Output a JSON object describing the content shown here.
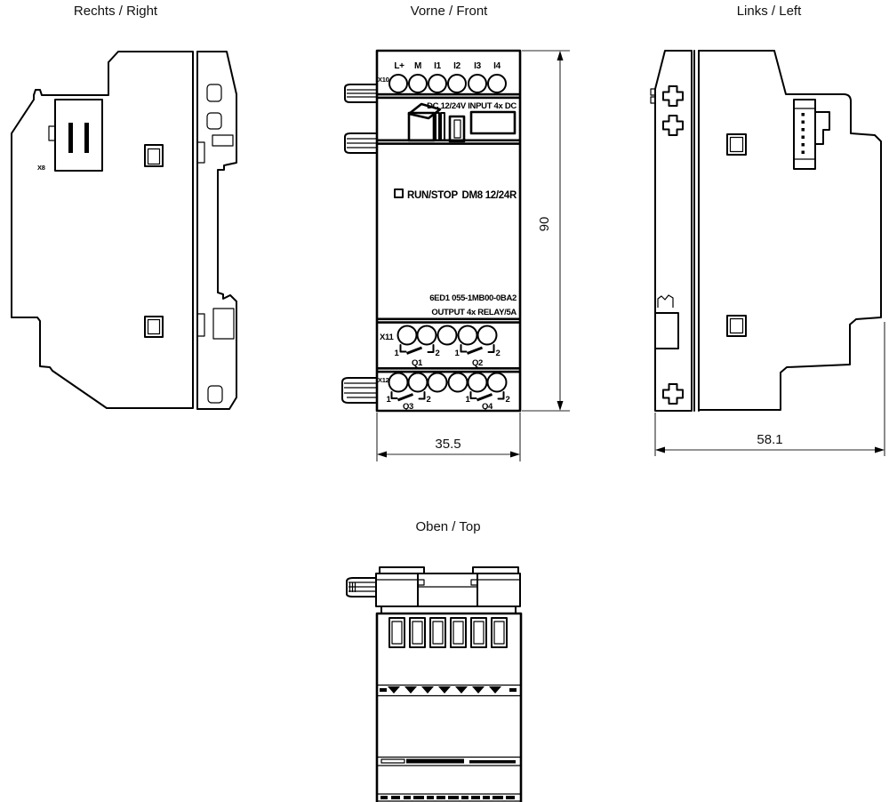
{
  "titles": {
    "right_view": "Rechts / Right",
    "front_view": "Vorne / Front",
    "left_view": "Links / Left",
    "top_view": "Oben / Top"
  },
  "front_panel": {
    "top_connector": "X10",
    "input_terminals": [
      "L+",
      "M",
      "I1",
      "I2",
      "I3",
      "I4"
    ],
    "input_rating": "DC 12/24V INPUT 4x DC",
    "status_indicator": "RUN/STOP",
    "model": "DM8 12/24R",
    "order_number": "6ED1 055-1MB00-0BA2",
    "output_rating": "OUTPUT 4x RELAY/5A",
    "output_connector_1": "X11",
    "output_connector_2": "X12",
    "relay_outputs": [
      "Q1",
      "Q2",
      "Q3",
      "Q4"
    ],
    "contact_numbers": {
      "first": "1",
      "second": "2"
    }
  },
  "right_view": {
    "expansion_connector": "X8"
  },
  "dimensions": {
    "height": "90",
    "width": "35.5",
    "depth": "58.1"
  },
  "colors": {
    "line": "#000000",
    "background": "#ffffff"
  }
}
